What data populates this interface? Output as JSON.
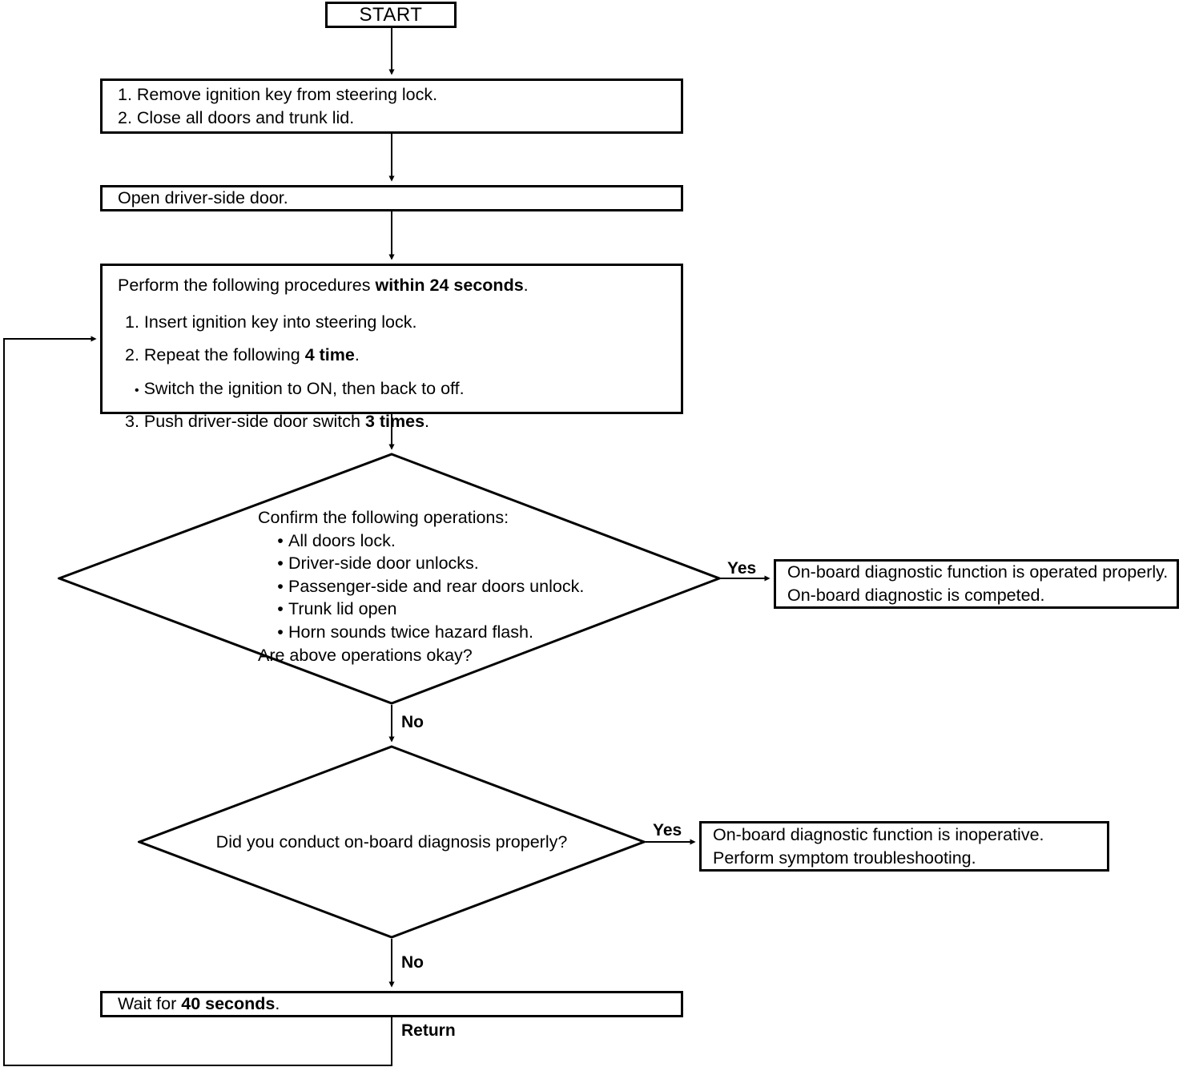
{
  "diagram": {
    "title": "On-board diagnostic function flowchart",
    "line_color": "#000000",
    "background": "#ffffff",
    "text_color": "#000000"
  },
  "nodes": {
    "start": {
      "label": "START",
      "shape": "terminator"
    },
    "step_initial": {
      "shape": "process",
      "lines": [
        "1. Remove ignition key from steering lock.",
        "2. Close all doors and trunk lid."
      ]
    },
    "step_open_door": {
      "shape": "process",
      "lines": [
        "Open driver-side door."
      ]
    },
    "step_procedures": {
      "shape": "process",
      "heading_pre": "Perform the following procedures ",
      "heading_bold": "within 24 seconds",
      "heading_post": ".",
      "item1": "1. Insert ignition key into steering lock.",
      "item2_pre": "2. Repeat the following ",
      "item2_bold": "4 time",
      "item2_post": ".",
      "bullet": "Switch the ignition to ON, then back to off.",
      "bullet_glyph": "•",
      "item3_pre": "3. Push driver-side door switch ",
      "item3_bold": "3 times",
      "item3_post": "."
    },
    "decision_confirm": {
      "shape": "decision",
      "heading": "Confirm the following operations:",
      "bullet_glyph": "•",
      "bullets": [
        "All doors lock.",
        "Driver-side door unlocks.",
        "Passenger-side and rear doors unlock.",
        "Trunk lid open",
        "Horn sounds twice hazard flash."
      ],
      "question": "Are above operations okay?"
    },
    "result_ok": {
      "shape": "process",
      "lines": [
        "On-board diagnostic function is operated properly.",
        "On-board diagnostic is competed."
      ]
    },
    "decision_conducted": {
      "shape": "decision",
      "question": "Did you conduct on-board diagnosis properly?"
    },
    "result_inoperative": {
      "shape": "process",
      "lines": [
        "On-board diagnostic function is inoperative.",
        "Perform symptom troubleshooting."
      ]
    },
    "step_wait": {
      "shape": "process",
      "pre": "Wait for ",
      "bold": "40 seconds",
      "post": "."
    }
  },
  "edge_labels": {
    "yes_confirm": "Yes",
    "no_confirm": "No",
    "yes_conducted": "Yes",
    "no_conducted": "No",
    "return": "Return"
  }
}
